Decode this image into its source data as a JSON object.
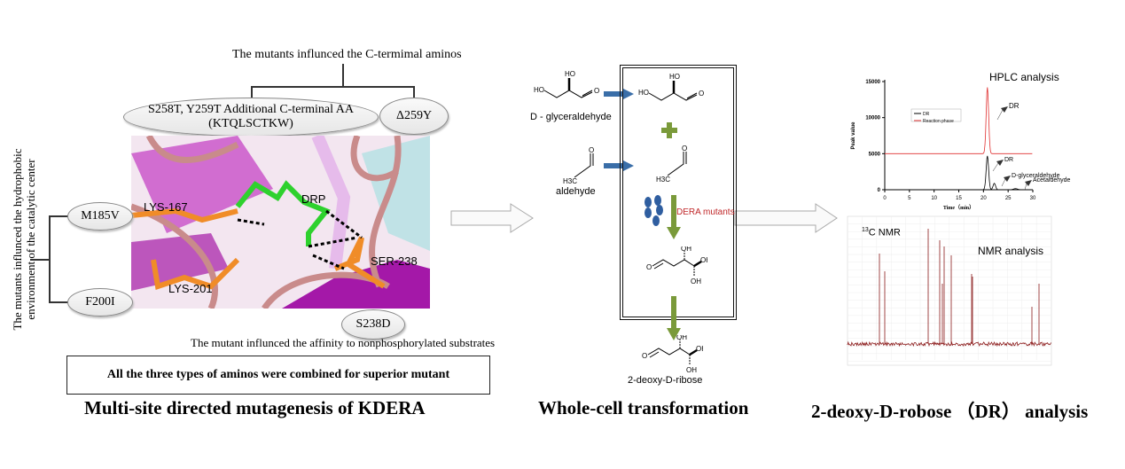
{
  "mutagenesis": {
    "c_terminal_caption": "The mutants influnced the C-termimal aminos",
    "c_terminal_mutant_1": "S258T, Y259T Additional C-terminal AA",
    "c_terminal_mutant_1b": "(KTQLSCTKW)",
    "c_terminal_mutant_2": "Δ259Y",
    "hydrophobic_caption_1": "The mutants influnced the hydrophobic",
    "hydrophobic_caption_2": "environment of the catalytic center",
    "mutant_m185v": "M185V",
    "mutant_f200i": "F200I",
    "mutant_s238d": "S238D",
    "affinity_caption": "The mutant influnced the affinity to nonphosphorylated substrates",
    "residue_lys167": "LYS-167",
    "residue_lys201": "LYS-201",
    "residue_ser238": "SER-238",
    "ligand_drp": "DRP",
    "combined_box": "All the three types of aminos were combined for superior mutant",
    "section_title": "Multi-site directed mutagenesis of KDERA"
  },
  "transformation": {
    "substrate_1": "D - glyceraldehyde",
    "substrate_2": "aldehyde",
    "enzyme_label": "DERA mutants",
    "product": "2-deoxy-D-ribose",
    "section_title": "Whole-cell transformation",
    "atoms": {
      "ho": "HO",
      "o": "O",
      "oh": "OH",
      "h3c": "H3C"
    }
  },
  "analysis": {
    "section_title": "2-deoxy-D-robose （DR） analysis",
    "hplc_title": "HPLC analysis",
    "nmr_title": "NMR analysis",
    "nmr_label_sup": "13",
    "nmr_label": "C NMR"
  },
  "colors": {
    "arrow_blue": "#3a6ea8",
    "arrow_green": "#7a9a3a",
    "nmr_red": "#8b1a1a",
    "hplc_red": "#e03030",
    "dera_red": "#c0282a",
    "cell_blue": "#2f5ea0"
  },
  "chart_data": {
    "type": "line",
    "title": "HPLC analysis",
    "xlabel": "Time（min）",
    "ylabel": "Peak value",
    "xlim": [
      0,
      30
    ],
    "ylim": [
      0,
      15000
    ],
    "xticks": [
      0,
      5,
      10,
      15,
      20,
      25,
      30
    ],
    "yticks": [
      0,
      5000,
      10000,
      15000
    ],
    "legend": "top-left",
    "series": [
      {
        "name": "DR",
        "color": "#000000",
        "baseline": 0,
        "peaks": [
          {
            "x": 20.8,
            "y": 4700
          },
          {
            "x": 22.2,
            "y": 900
          },
          {
            "x": 26.5,
            "y": 150
          }
        ]
      },
      {
        "name": "Reaction phase",
        "color": "#e03030",
        "baseline": 5000,
        "peaks": [
          {
            "x": 20.8,
            "y": 14200
          }
        ]
      }
    ],
    "annotations": [
      "DR",
      "DR",
      "D-glyceraldehyde",
      "Acetaldehyde"
    ]
  }
}
